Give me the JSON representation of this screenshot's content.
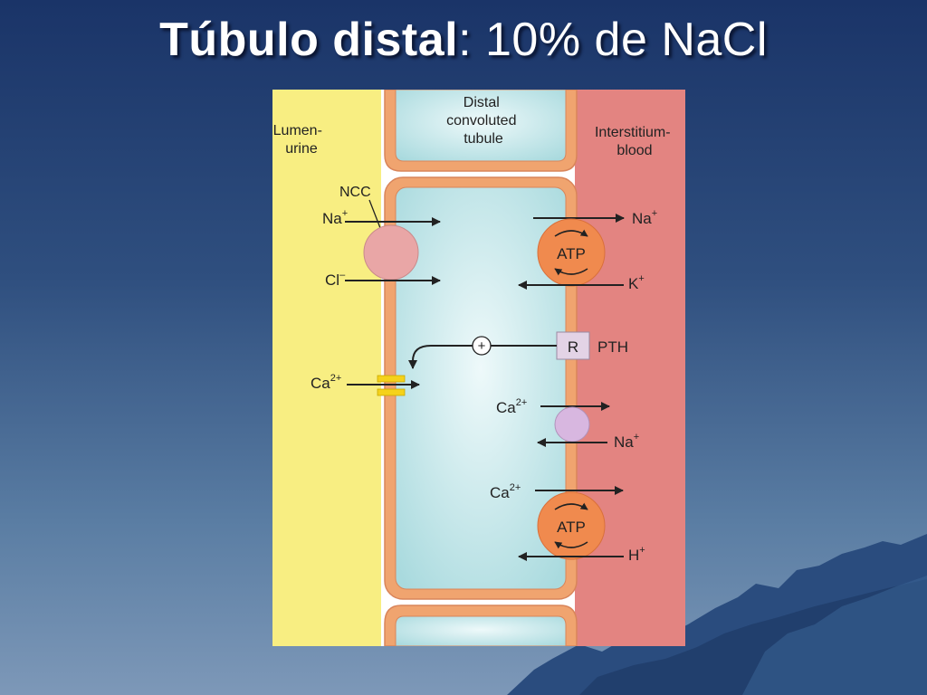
{
  "slide": {
    "title_bold": "Túbulo distal",
    "title_rest": ": 10% de NaCl"
  },
  "colors": {
    "lumen": "#f8ee82",
    "interstitium": "#e38481",
    "cell_fill": "#bfe6ea",
    "membrane": "#f0a46f",
    "atpase": "#f08a4e",
    "ncc": "#e9a6a6",
    "exchanger": "#d8b7e0",
    "background_top": "#1a3468",
    "background_bottom": "#7d98b8"
  },
  "diagram": {
    "lumen_label": [
      "Lumen-",
      "urine"
    ],
    "tubule_label": [
      "Distal",
      "convoluted",
      "tubule"
    ],
    "interstitium_label": [
      "Interstitium-",
      "blood"
    ],
    "ncc_label": "NCC",
    "na_left": {
      "base": "Na",
      "sup": "+"
    },
    "cl_left": {
      "base": "Cl",
      "sup": "–"
    },
    "ca_left": {
      "base": "Ca",
      "sup": "2+"
    },
    "atp1_label": "ATP",
    "na_right": {
      "base": "Na",
      "sup": "+"
    },
    "k_right": {
      "base": "K",
      "sup": "+"
    },
    "plus_symbol": "+",
    "receptor_label": "R",
    "pth_label": "PTH",
    "ca_exchanger": {
      "base": "Ca",
      "sup": "2+"
    },
    "na_exchanger": {
      "base": "Na",
      "sup": "+"
    },
    "ca_pump": {
      "base": "Ca",
      "sup": "2+"
    },
    "atp2_label": "ATP",
    "h_right": {
      "base": "H",
      "sup": "+"
    }
  }
}
